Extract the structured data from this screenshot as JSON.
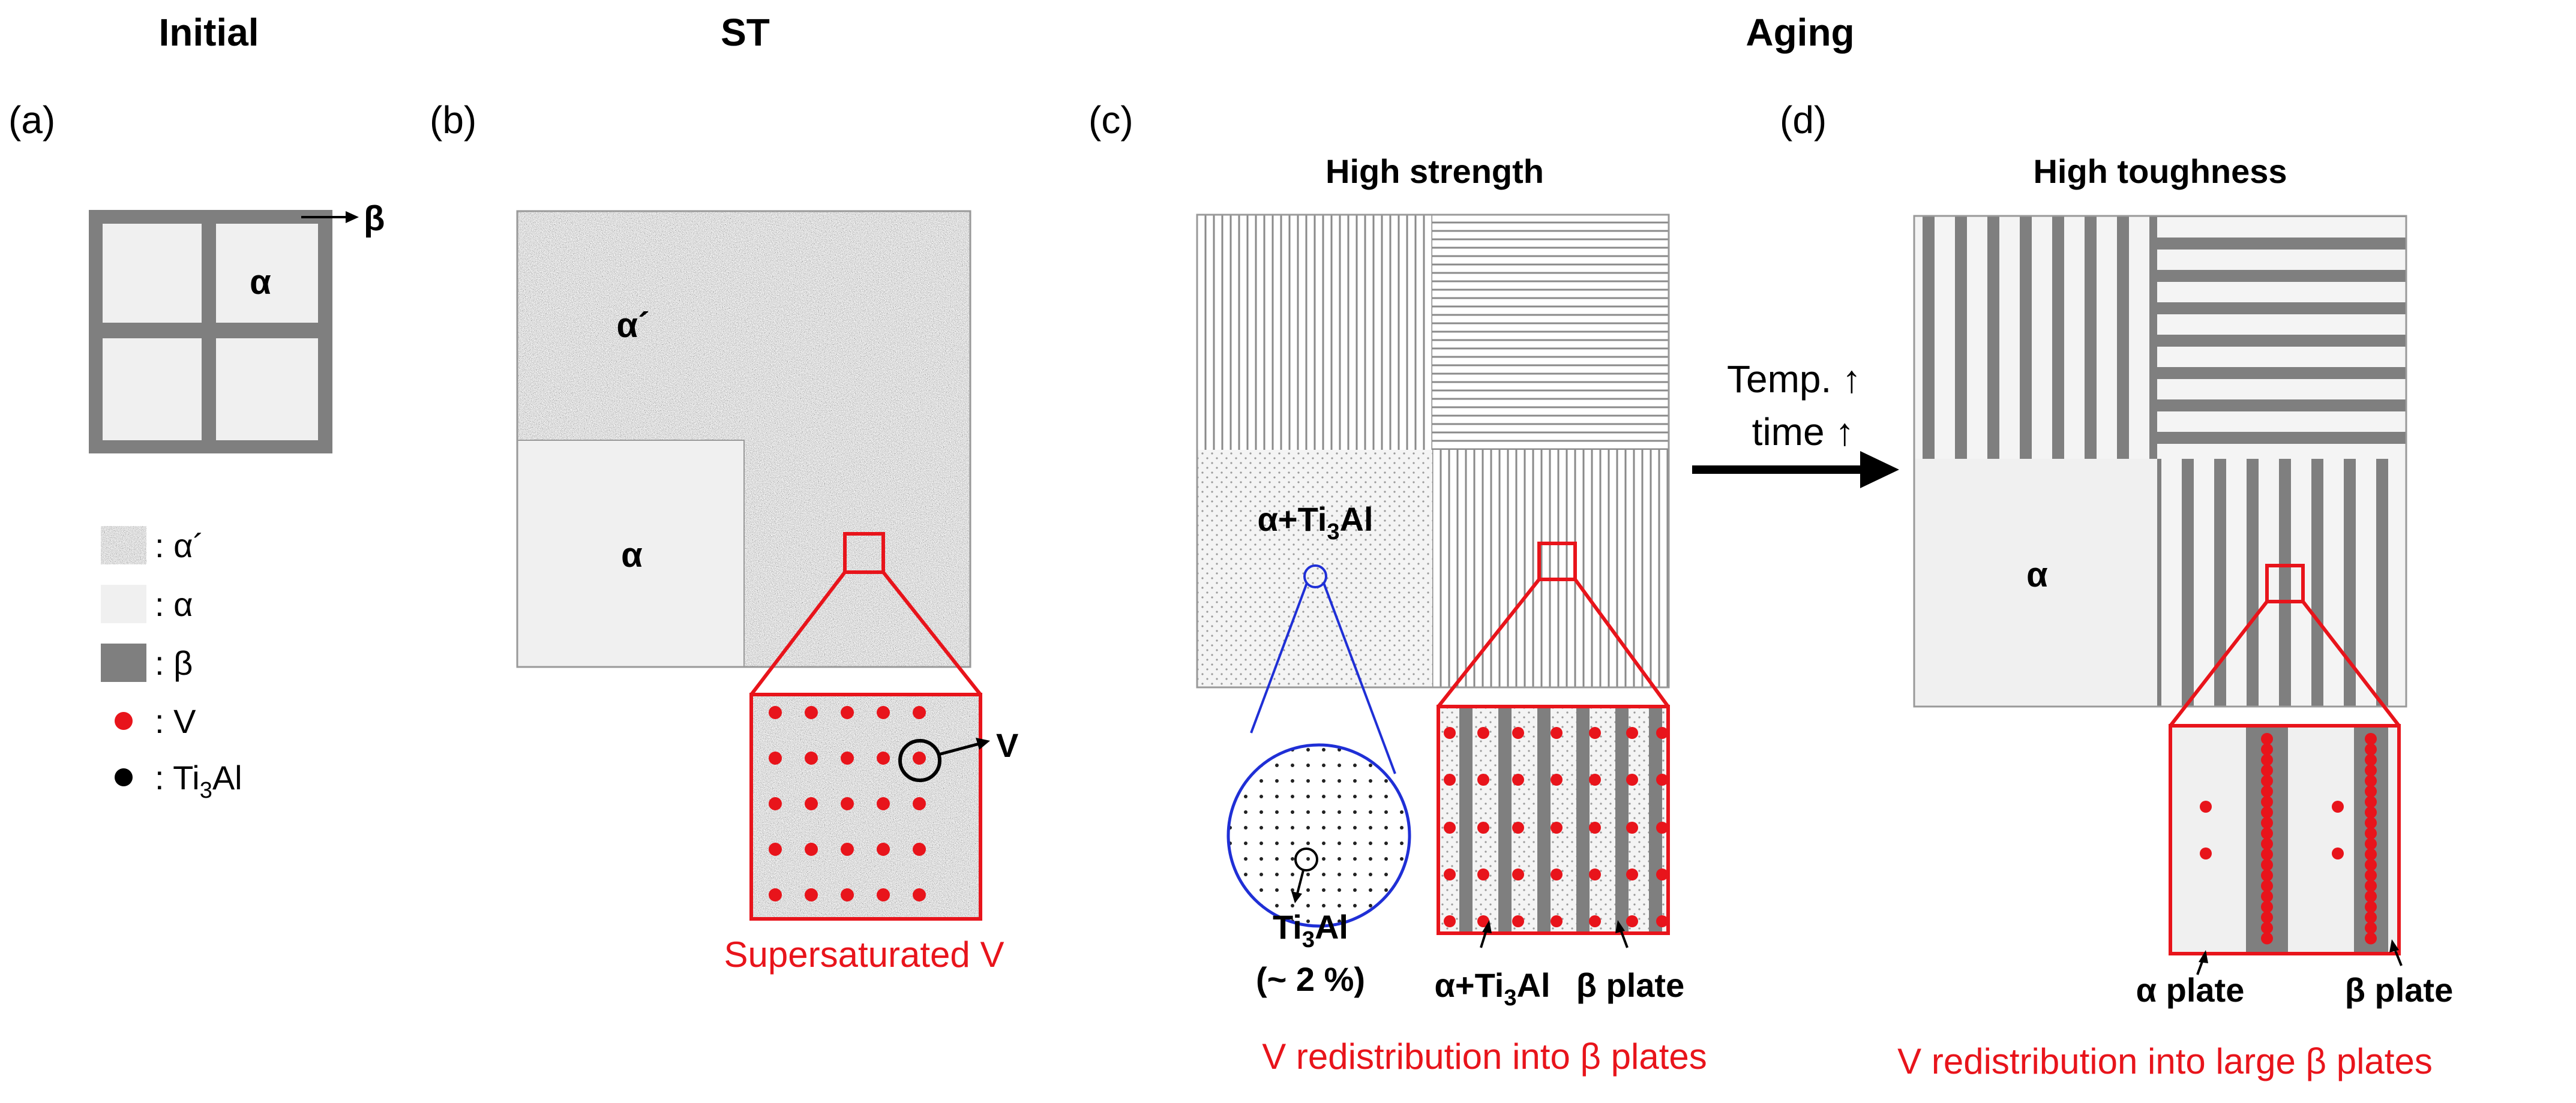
{
  "headers": {
    "initial": "Initial",
    "st": "ST",
    "aging": "Aging"
  },
  "panels": {
    "a": {
      "label": "(a)",
      "alpha": "α",
      "beta": "β"
    },
    "b": {
      "label": "(b)",
      "alpha_prime": "α´",
      "alpha": "α",
      "v_label": "V",
      "caption": "Supersaturated V"
    },
    "c": {
      "label": "(c)",
      "title": "High strength",
      "alpha_ti3al_prefix": "α+Ti",
      "alpha_ti3al_sub": "3",
      "alpha_ti3al_suffix": "Al",
      "ti3al_prefix": "Ti",
      "ti3al_sub": "3",
      "ti3al_suffix": "Al",
      "ti3al_fraction": "(~ 2 %)",
      "plate_alpha_prefix": "α+Ti",
      "plate_alpha_sub": "3",
      "plate_alpha_suffix": "Al",
      "plate_beta": "β plate",
      "caption": "V redistribution into β plates"
    },
    "arrow": {
      "line1": "Temp. ↑",
      "line2": "time ↑"
    },
    "d": {
      "label": "(d)",
      "title": "High toughness",
      "alpha": "α",
      "plate_alpha": "α plate",
      "plate_beta": "β plate",
      "caption": "V redistribution into large β plates"
    }
  },
  "legend": {
    "alpha_prime": ": α´",
    "alpha": ": α",
    "beta": ": β",
    "v": ": V",
    "ti3al_prefix": ": Ti",
    "ti3al_sub": "3",
    "ti3al_suffix": "Al"
  },
  "colors": {
    "red": "#e8141b",
    "beta_gray": "#7f7f7f",
    "alpha_fill": "#f0f0f0",
    "blue": "#1f2fd6"
  }
}
